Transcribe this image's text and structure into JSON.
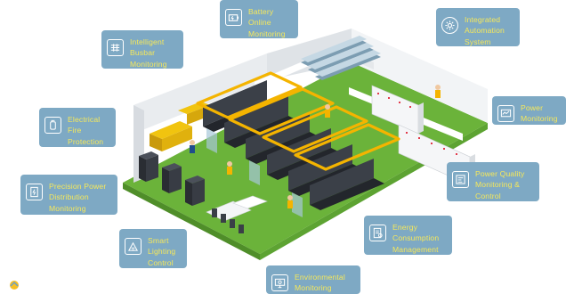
{
  "labels": {
    "battery": {
      "text": "Battery\nOnline\nMonitoring",
      "icon": "battery-icon"
    },
    "automation": {
      "text": "Integrated\nAutomation\nSystem",
      "icon": "automation-gear-icon"
    },
    "busbar": {
      "text": "Intelligent\nBusbar\nMonitoring",
      "icon": "busbar-icon"
    },
    "power": {
      "text": "Power\nMonitoring",
      "icon": "power-chart-icon"
    },
    "fire": {
      "text": "Electrical\nFire\nProtection",
      "icon": "fire-protection-icon"
    },
    "quality": {
      "text": "Power Quality\nMonitoring &\nControl",
      "icon": "power-quality-icon"
    },
    "distribution": {
      "text": "Precision Power\nDistribution\nMonitoring",
      "icon": "distribution-icon"
    },
    "energy": {
      "text": "Energy\nConsumption\nManagement",
      "icon": "energy-report-icon"
    },
    "lighting": {
      "text": "Smart\nLighting\nControl",
      "icon": "lighting-icon"
    },
    "environment": {
      "text": "Environmental\nMonitoring",
      "icon": "environment-monitor-icon"
    }
  },
  "colors": {
    "label_bg": "#7ea9c4",
    "label_text": "#f6e85a",
    "floor_green": "#7fc543",
    "wall_white": "#eef0f2",
    "rack_dark": "#2c3038",
    "busbar_yellow": "#f4b400"
  }
}
